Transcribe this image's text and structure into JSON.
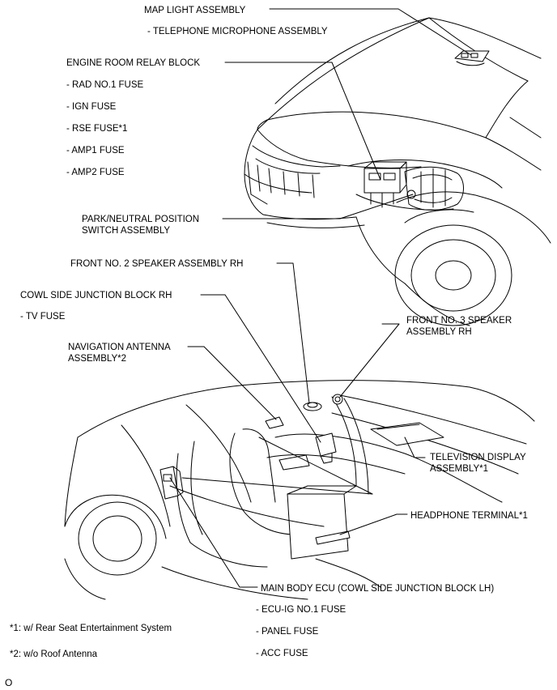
{
  "labels": {
    "map_light": "MAP LIGHT ASSEMBLY",
    "telephone_mic": "- TELEPHONE MICROPHONE ASSEMBLY",
    "engine_relay": "ENGINE ROOM RELAY BLOCK",
    "rad_fuse": "- RAD NO.1 FUSE",
    "ign_fuse": "- IGN FUSE",
    "rse_fuse": "- RSE FUSE*1",
    "amp1_fuse": "- AMP1 FUSE",
    "amp2_fuse": "- AMP2 FUSE",
    "park_neutral_1": "PARK/NEUTRAL POSITION",
    "park_neutral_2": "SWITCH ASSEMBLY",
    "front_speaker2": "FRONT NO. 2 SPEAKER ASSEMBLY RH",
    "cowl_rh": "COWL SIDE JUNCTION BLOCK RH",
    "tv_fuse": "- TV FUSE",
    "front_speaker3_1": "FRONT NO. 3 SPEAKER",
    "front_speaker3_2": "ASSEMBLY RH",
    "nav_antenna_1": "NAVIGATION ANTENNA",
    "nav_antenna_2": "ASSEMBLY*2",
    "tv_display_1": "TELEVISION DISPLAY",
    "tv_display_2": "ASSEMBLY*1",
    "headphone": "HEADPHONE TERMINAL*1",
    "main_body_ecu": "MAIN BODY ECU (COWL SIDE JUNCTION BLOCK LH)",
    "ecu_ig_fuse": "- ECU-IG NO.1 FUSE",
    "panel_fuse": "- PANEL FUSE",
    "acc_fuse": "- ACC FUSE"
  },
  "footnotes": {
    "note1": "*1: w/ Rear Seat Entertainment System",
    "note2": "*2: w/o Roof Antenna"
  },
  "figure_code": "O"
}
